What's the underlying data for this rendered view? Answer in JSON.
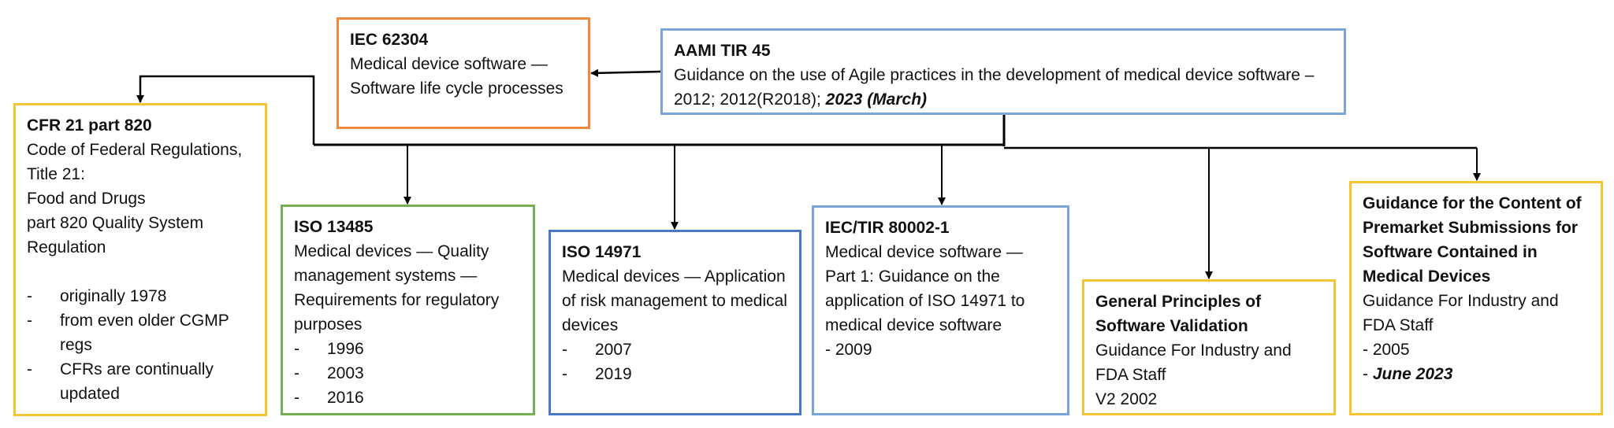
{
  "colors": {
    "yellow": "#f5c533",
    "orange": "#ed8a3d",
    "green": "#77b053",
    "blue": "#4a78c2",
    "light_blue": "#79a6d6",
    "connector": "#000000"
  },
  "nodes": {
    "aami": {
      "title": "AAMI TIR 45",
      "description": "Guidance on the use of Agile practices in the development of medical device software – 2012; 2012(R2018); ",
      "highlight": "2023 (March)"
    },
    "iec62304": {
      "title": "IEC 62304",
      "description": "Medical device software — Software life cycle processes"
    },
    "cfr": {
      "title": "CFR  21 part 820",
      "description_lines": [
        "Code of Federal Regulations, Title 21:",
        "Food and Drugs",
        "part 820 Quality System Regulation"
      ],
      "bullets": [
        "originally 1978",
        "from even older CGMP regs",
        "CFRs are continually updated"
      ]
    },
    "iso13485": {
      "title": "ISO 13485",
      "description": "Medical devices — Quality management systems — Requirements for regulatory purposes",
      "bullets": [
        "1996",
        "2003",
        "2016"
      ]
    },
    "iso14971": {
      "title": "ISO 14971",
      "description": "Medical devices — Application of risk management to medical devices",
      "bullets": [
        "2007",
        "2019"
      ]
    },
    "iec80002": {
      "title": "IEC/TIR 80002-1",
      "description": "Medical device software — Part 1: Guidance on the application of ISO 14971 to medical device software",
      "versions": [
        "- 2009"
      ]
    },
    "gpsv": {
      "title": "General Principles of Software Validation",
      "description": "Guidance For Industry and FDA Staff",
      "versions": [
        "V2 2002"
      ]
    },
    "premarket": {
      "title": "Guidance for the Content of Premarket Submissions for Software Contained in Medical Devices",
      "description": "Guidance For Industry and FDA Staff",
      "versions": [
        "- 2005"
      ],
      "highlight_prefix": "- ",
      "highlight": "June 2023"
    }
  },
  "edges": [
    {
      "from": "aami",
      "to": "iec62304"
    },
    {
      "from": "aami",
      "to": "cfr"
    },
    {
      "from": "aami",
      "to": "iso13485"
    },
    {
      "from": "aami",
      "to": "iso14971"
    },
    {
      "from": "aami",
      "to": "iec80002"
    },
    {
      "from": "aami",
      "to": "gpsv"
    },
    {
      "from": "aami",
      "to": "premarket"
    }
  ]
}
